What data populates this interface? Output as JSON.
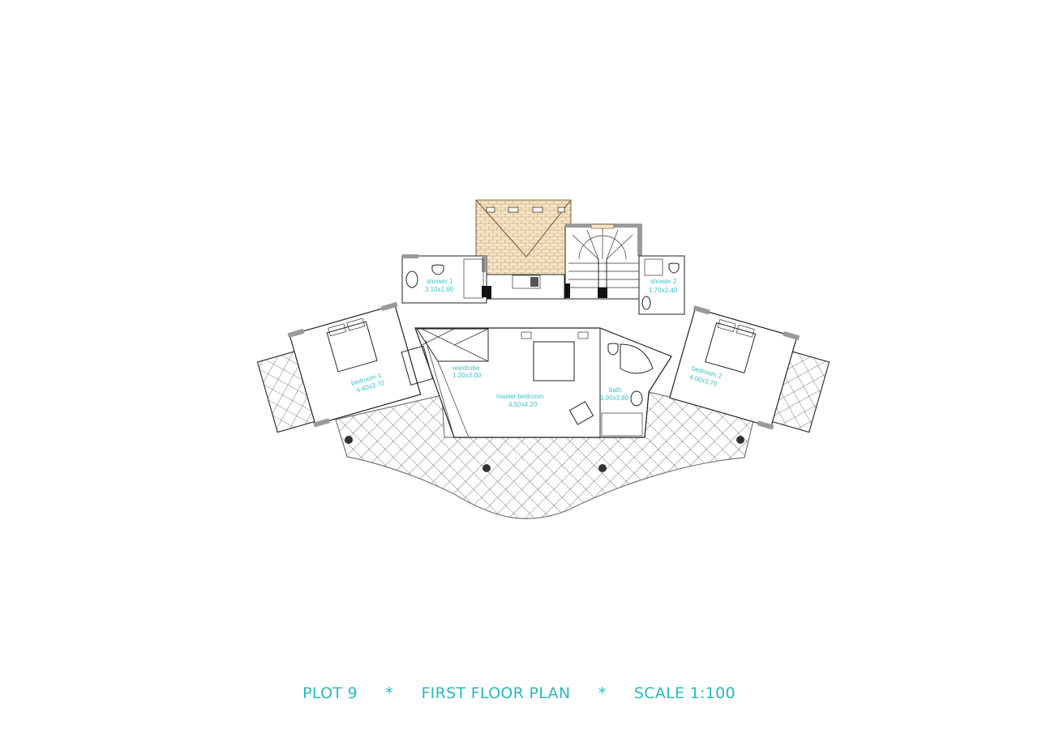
{
  "drawing": {
    "type": "architectural floor plan",
    "colors": {
      "label_text": "#3ec1c5",
      "footer_text": "#2bb7bd",
      "walls": "#9a9a9a",
      "lines": "#222222",
      "roof_tiles": "#f6e5c6",
      "roof_lines": "#8a6a3a"
    },
    "rooms": [
      {
        "id": "shower1",
        "name": "shower 1",
        "size": "3.10x1.60"
      },
      {
        "id": "shower2",
        "name": "shower 2",
        "size": "1.70x2.40"
      },
      {
        "id": "bedroom1",
        "name": "bedroom 1",
        "size": "4.60x3.70"
      },
      {
        "id": "wardrobe",
        "name": "wardrobe",
        "size": "1.20x3.00"
      },
      {
        "id": "master",
        "name": "master bedroom",
        "size": "4.50x4.20"
      },
      {
        "id": "bath",
        "name": "bath",
        "size": "1.90x3.80"
      },
      {
        "id": "bedroom2",
        "name": "bedroom 2",
        "size": "4.00x3.70"
      }
    ]
  },
  "footer": {
    "plot": "PLOT 9",
    "separator": "*",
    "plan_title": "FIRST FLOOR PLAN",
    "scale": "SCALE 1:100"
  }
}
